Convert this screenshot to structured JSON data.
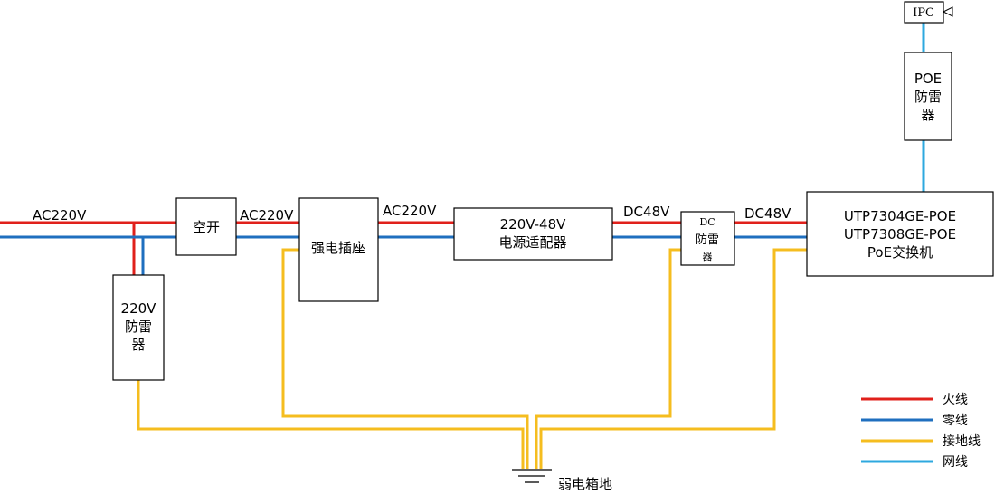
{
  "colors": {
    "live": "#e0201b",
    "neutral": "#1f6fbf",
    "ground": "#f5bd1f",
    "network": "#2ea8df",
    "box_stroke": "#000000"
  },
  "labels": {
    "ac_in": "AC220V",
    "ac_after_breaker": "AC220V",
    "ac_after_socket": "AC220V",
    "dc_after_adapter": "DC48V",
    "dc_after_arrester": "DC48V"
  },
  "boxes": {
    "breaker": "空开",
    "arrester_220v": [
      "220V",
      "防雷",
      "器"
    ],
    "power_socket": "强电插座",
    "adapter": [
      "220V-48V",
      "电源适配器"
    ],
    "dc_arrester": [
      "DC",
      "防雷",
      "器"
    ],
    "switch": [
      "UTP7304GE-POE",
      "UTP7308GE-POE",
      "PoE交换机"
    ],
    "poe_arrester": [
      "POE",
      "防雷",
      "器"
    ],
    "ipc": "IPC"
  },
  "ground": {
    "label": "弱电箱地"
  },
  "legend": [
    {
      "label": "火线",
      "color_key": "live"
    },
    {
      "label": "零线",
      "color_key": "neutral"
    },
    {
      "label": "接地线",
      "color_key": "ground"
    },
    {
      "label": "网线",
      "color_key": "network"
    }
  ]
}
